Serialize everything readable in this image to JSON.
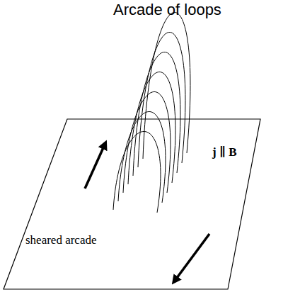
{
  "diagram": {
    "title": "Arcade of loops",
    "labels": [
      "j ∥ B",
      "sheared arcade"
    ]
  }
}
